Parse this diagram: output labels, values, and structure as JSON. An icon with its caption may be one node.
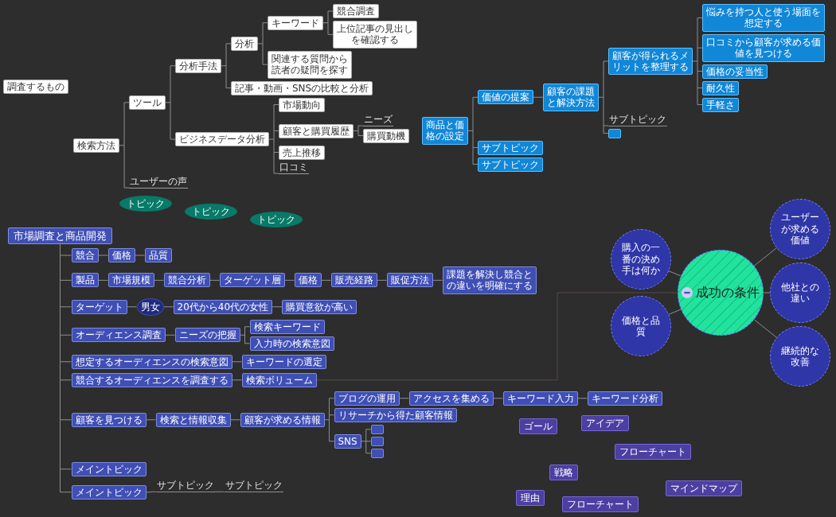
{
  "diagram": {
    "nodes": [
      {
        "text": [
          "調査するもの"
        ]
      },
      {
        "text": [
          "検索方法"
        ]
      },
      {
        "text": [
          "ツール"
        ]
      },
      {
        "text": [
          "分析手法"
        ]
      },
      {
        "text": [
          "分析"
        ]
      },
      {
        "text": [
          "キーワード"
        ]
      },
      {
        "text": [
          "競合調査"
        ]
      },
      {
        "text": [
          "上位記事の見出しを確認する"
        ]
      },
      {
        "text": [
          "関連する質問から読者の疑問を探す"
        ]
      },
      {
        "text": [
          "記事・動画・SNSの比較と分析"
        ]
      },
      {
        "text": [
          "ビジネスデータ分析"
        ]
      },
      {
        "text": [
          "市場動向"
        ]
      },
      {
        "text": [
          "顧客と購買履歴"
        ]
      },
      {
        "text": [
          "ニーズ"
        ]
      },
      {
        "text": [
          "購買動機"
        ]
      },
      {
        "text": [
          "売上推移"
        ]
      },
      {
        "text": [
          "口コミ"
        ]
      },
      {
        "text": [
          "ユーザーの声"
        ]
      },
      {
        "text": [
          "商品と価格の設定"
        ]
      },
      {
        "text": [
          "価値の提案"
        ]
      },
      {
        "text": [
          "顧客の課題と解決方法"
        ]
      },
      {
        "text": [
          "顧客が得られるメリットを整理する"
        ]
      },
      {
        "text": [
          "悩みを持つ人と使う場面を想定する"
        ]
      },
      {
        "text": [
          "口コミから顧客が求める価値を見つける"
        ]
      },
      {
        "text": [
          "価格の妥当性"
        ]
      },
      {
        "text": [
          "耐久性"
        ]
      },
      {
        "text": [
          "手軽さ"
        ]
      },
      {
        "text": [
          "サブトピック"
        ]
      },
      {
        "text": [],
        "shape": "box"
      },
      {
        "text": [
          "サブトピック"
        ]
      },
      {
        "text": [
          "サブトピック"
        ]
      },
      {
        "text": [
          "トピック"
        ]
      },
      {
        "text": [
          "トピック"
        ]
      },
      {
        "text": [
          "トピック"
        ]
      },
      {
        "text": [
          "成功の条件"
        ]
      },
      {
        "text": [
          "購入の一番の決め手は何か"
        ]
      },
      {
        "text": [
          "価格と品質"
        ]
      },
      {
        "text": [
          "ユーザーが求める価値"
        ]
      },
      {
        "text": [
          "他社との違い"
        ]
      },
      {
        "text": [
          "継続的な改善"
        ]
      },
      {
        "text": [
          "市場調査と商品開発"
        ]
      },
      {
        "text": [
          "競合"
        ]
      },
      {
        "text": [
          "価格"
        ]
      },
      {
        "text": [
          "品質"
        ]
      },
      {
        "text": [
          "製品"
        ]
      },
      {
        "text": [
          "市場規模"
        ]
      },
      {
        "text": [
          "競合分析"
        ]
      },
      {
        "text": [
          "ターゲット層"
        ]
      },
      {
        "text": [
          "価格"
        ]
      },
      {
        "text": [
          "販売経路"
        ]
      },
      {
        "text": [
          "販促方法"
        ]
      },
      {
        "text": [
          "課題を解決し競合との違いを明確にする"
        ]
      },
      {
        "text": [
          "ターゲット"
        ]
      },
      {
        "text": [
          "男女"
        ]
      },
      {
        "text": [
          "20代から40代の女性"
        ]
      },
      {
        "text": [
          "購買意欲が高い"
        ]
      },
      {
        "text": [
          "オーディエンス調査"
        ]
      },
      {
        "text": [
          "ニーズの把握"
        ]
      },
      {
        "text": [
          "検索キーワード"
        ]
      },
      {
        "text": [
          "入力時の検索意図"
        ]
      },
      {
        "text": [
          "想定するオーディエンスの検索意図"
        ]
      },
      {
        "text": [
          "キーワードの選定"
        ]
      },
      {
        "text": [
          "競合するオーディエンスを調査する"
        ]
      },
      {
        "text": [
          "検索ボリューム"
        ]
      },
      {
        "text": [
          "顧客を見つける"
        ]
      },
      {
        "text": [
          "検索と情報収集"
        ]
      },
      {
        "text": [
          "顧客が求める情報"
        ]
      },
      {
        "text": [
          "ブログの運用"
        ]
      },
      {
        "text": [
          "アクセスを集める"
        ]
      },
      {
        "text": [
          "キーワード入力"
        ]
      },
      {
        "text": [
          "キーワード分析"
        ]
      },
      {
        "text": [
          "リサーチから得た顧客情報"
        ]
      },
      {
        "text": [
          "SNS"
        ]
      },
      {
        "text": [],
        "shape": "box"
      },
      {
        "text": [],
        "shape": "box"
      },
      {
        "text": [],
        "shape": "box"
      },
      {
        "text": [
          "メイントピック"
        ]
      },
      {
        "text": [
          "メイントピック"
        ]
      },
      {
        "text": [
          "サブトピック"
        ]
      },
      {
        "text": [
          "サブトピック"
        ]
      },
      {
        "text": [
          "ゴール"
        ]
      },
      {
        "text": [
          "アイデア"
        ]
      },
      {
        "text": [
          "フローチャート"
        ]
      },
      {
        "text": [
          "戦略"
        ]
      },
      {
        "text": [
          "理由"
        ]
      },
      {
        "text": [
          "フローチャート"
        ]
      },
      {
        "text": [
          "マインドマップ"
        ]
      }
    ],
    "edges": [
      {
        "from": 1,
        "to": 2,
        "arrow": "none"
      },
      {
        "from": 2,
        "to": 3,
        "arrow": "none"
      },
      {
        "from": 3,
        "to": 4,
        "arrow": "none"
      },
      {
        "from": 4,
        "to": 5,
        "arrow": "none"
      },
      {
        "from": 5,
        "to": 6,
        "arrow": "none"
      },
      {
        "from": 5,
        "to": 7,
        "arrow": "none"
      },
      {
        "from": 4,
        "to": 8,
        "arrow": "none"
      },
      {
        "from": 3,
        "to": 9,
        "arrow": "none"
      },
      {
        "from": 2,
        "to": 10,
        "arrow": "none"
      },
      {
        "from": 10,
        "to": 11,
        "arrow": "none"
      },
      {
        "from": 10,
        "to": 12,
        "arrow": "none"
      },
      {
        "from": 12,
        "to": 13,
        "arrow": "none"
      },
      {
        "from": 12,
        "to": 14,
        "arrow": "none"
      },
      {
        "from": 10,
        "to": 15,
        "arrow": "none"
      },
      {
        "from": 10,
        "to": 16,
        "arrow": "none"
      },
      {
        "from": 1,
        "to": 17,
        "arrow": "none"
      },
      {
        "from": 18,
        "to": 19,
        "arrow": "none"
      },
      {
        "from": 19,
        "to": 20,
        "arrow": "none"
      },
      {
        "from": 20,
        "to": 21,
        "arrow": "none"
      },
      {
        "from": 21,
        "to": 22,
        "arrow": "none"
      },
      {
        "from": 21,
        "to": 23,
        "arrow": "none"
      },
      {
        "from": 21,
        "to": 24,
        "arrow": "none"
      },
      {
        "from": 21,
        "to": 25,
        "arrow": "none"
      },
      {
        "from": 21,
        "to": 26,
        "arrow": "none"
      },
      {
        "from": 20,
        "to": 27,
        "arrow": "none"
      },
      {
        "from": 20,
        "to": 28,
        "arrow": "none"
      },
      {
        "from": 18,
        "to": 29,
        "arrow": "none"
      },
      {
        "from": 18,
        "to": 30,
        "arrow": "none"
      },
      {
        "from": 34,
        "to": 35,
        "arrow": "none"
      },
      {
        "from": 34,
        "to": 36,
        "arrow": "none"
      },
      {
        "from": 34,
        "to": 37,
        "arrow": "none"
      },
      {
        "from": 34,
        "to": 38,
        "arrow": "none"
      },
      {
        "from": 34,
        "to": 39,
        "arrow": "none"
      },
      {
        "from": 40,
        "to": 41,
        "arrow": "none"
      },
      {
        "from": 41,
        "to": 42,
        "arrow": "none"
      },
      {
        "from": 42,
        "to": 43,
        "arrow": "none"
      },
      {
        "from": 40,
        "to": 44,
        "arrow": "none"
      },
      {
        "from": 44,
        "to": 45,
        "arrow": "none"
      },
      {
        "from": 45,
        "to": 46,
        "arrow": "none"
      },
      {
        "from": 46,
        "to": 47,
        "arrow": "none"
      },
      {
        "from": 47,
        "to": 48,
        "arrow": "none"
      },
      {
        "from": 48,
        "to": 49,
        "arrow": "none"
      },
      {
        "from": 49,
        "to": 50,
        "arrow": "none"
      },
      {
        "from": 50,
        "to": 51,
        "arrow": "none"
      },
      {
        "from": 40,
        "to": 52,
        "arrow": "none"
      },
      {
        "from": 52,
        "to": 53,
        "arrow": "none"
      },
      {
        "from": 53,
        "to": 54,
        "arrow": "none"
      },
      {
        "from": 54,
        "to": 55,
        "arrow": "none"
      },
      {
        "from": 40,
        "to": 56,
        "arrow": "none"
      },
      {
        "from": 56,
        "to": 57,
        "arrow": "none"
      },
      {
        "from": 57,
        "to": 58,
        "arrow": "none"
      },
      {
        "from": 57,
        "to": 59,
        "arrow": "none"
      },
      {
        "from": 40,
        "to": 60,
        "arrow": "none"
      },
      {
        "from": 60,
        "to": 61,
        "arrow": "none"
      },
      {
        "from": 40,
        "to": 62,
        "arrow": "none"
      },
      {
        "from": 62,
        "to": 63,
        "arrow": "none"
      },
      {
        "from": 63,
        "to": 34,
        "arrow": "none",
        "color": "#5b4848"
      },
      {
        "from": 40,
        "to": 64,
        "arrow": "none"
      },
      {
        "from": 64,
        "to": 65,
        "arrow": "none"
      },
      {
        "from": 65,
        "to": 66,
        "arrow": "none"
      },
      {
        "from": 66,
        "to": 67,
        "arrow": "none"
      },
      {
        "from": 67,
        "to": 68,
        "arrow": "none"
      },
      {
        "from": 68,
        "to": 69,
        "arrow": "none"
      },
      {
        "from": 69,
        "to": 70,
        "arrow": "none"
      },
      {
        "from": 66,
        "to": 71,
        "arrow": "none"
      },
      {
        "from": 66,
        "to": 72,
        "arrow": "none"
      },
      {
        "from": 72,
        "to": 73,
        "arrow": "none"
      },
      {
        "from": 72,
        "to": 74,
        "arrow": "none"
      },
      {
        "from": 72,
        "to": 75,
        "arrow": "none"
      },
      {
        "from": 40,
        "to": 76,
        "arrow": "none"
      },
      {
        "from": 40,
        "to": 77,
        "arrow": "none"
      },
      {
        "from": 77,
        "to": 78,
        "arrow": "none"
      },
      {
        "from": 78,
        "to": 79,
        "arrow": "none"
      }
    ]
  }
}
